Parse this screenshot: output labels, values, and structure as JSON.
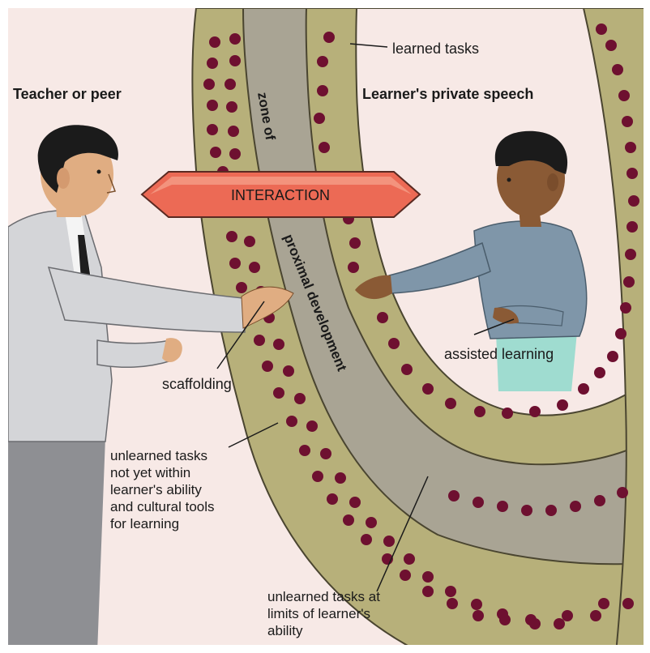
{
  "labels": {
    "learned_tasks": "learned tasks",
    "teacher": "Teacher or peer",
    "learner_speech": "Learner's private speech",
    "zone_of": "zone of",
    "interaction": "INTERACTION",
    "proximal_development": "proximal development",
    "scaffolding": "scaffolding",
    "assisted_learning": "assisted learning",
    "unlearned_outer": "unlearned tasks\nnot yet within\nlearner's ability\nand cultural tools\nfor learning",
    "unlearned_limits": "unlearned tasks at\nlimits of learner's\nability"
  },
  "colors": {
    "background": "#f7e9e6",
    "band_olive": "#b7b07a",
    "band_gray": "#a9a494",
    "band_outline": "#4a4530",
    "dots": "#6e1030",
    "arrow_fill": "#ec6a55",
    "arrow_light": "#f6a58f",
    "teacher_jacket": "#d4d5d8",
    "teacher_pants": "#8e8f93",
    "learner_shirt": "#7f96a9",
    "learner_pants": "#9fdcd0",
    "skin_light": "#e0ad82",
    "skin_dark": "#8a5a35",
    "hair": "#1b1b1b"
  }
}
